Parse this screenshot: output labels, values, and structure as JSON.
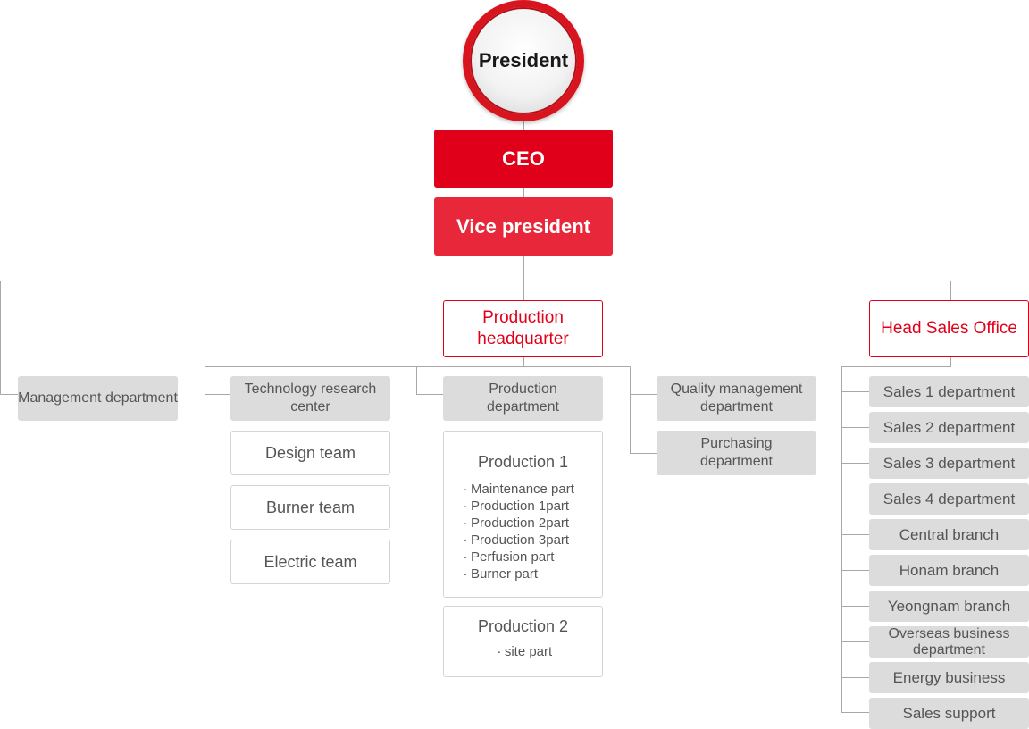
{
  "president": "President",
  "ceo": "CEO",
  "vice_president": "Vice president",
  "management_department": "Management department",
  "production_headquarter": "Production headquarter",
  "head_sales_office": "Head Sales Office",
  "technology_research_center": "Technology research center",
  "tech_teams": [
    "Design team",
    "Burner team",
    "Electric team"
  ],
  "production_department": "Production department",
  "production1": {
    "title": "Production 1",
    "parts": [
      "Maintenance part",
      "Production 1part",
      "Production 2part",
      "Production 3part",
      "Perfusion part",
      "Burner part"
    ]
  },
  "production2": {
    "title": "Production 2",
    "parts": [
      "site part"
    ]
  },
  "quality_management_department": "Quality management department",
  "purchasing_department": "Purchasing department",
  "sales_units": [
    "Sales 1 department",
    "Sales 2 department",
    "Sales 3 department",
    "Sales 4 department",
    "Central branch",
    "Honam branch",
    "Yeongnam branch",
    "Overseas business department",
    "Energy business",
    "Sales support"
  ],
  "colors": {
    "accent_red": "#e0001a",
    "vice_red": "#e8283a",
    "grey_box": "#dcdcdc",
    "line": "#a8a8a8"
  }
}
